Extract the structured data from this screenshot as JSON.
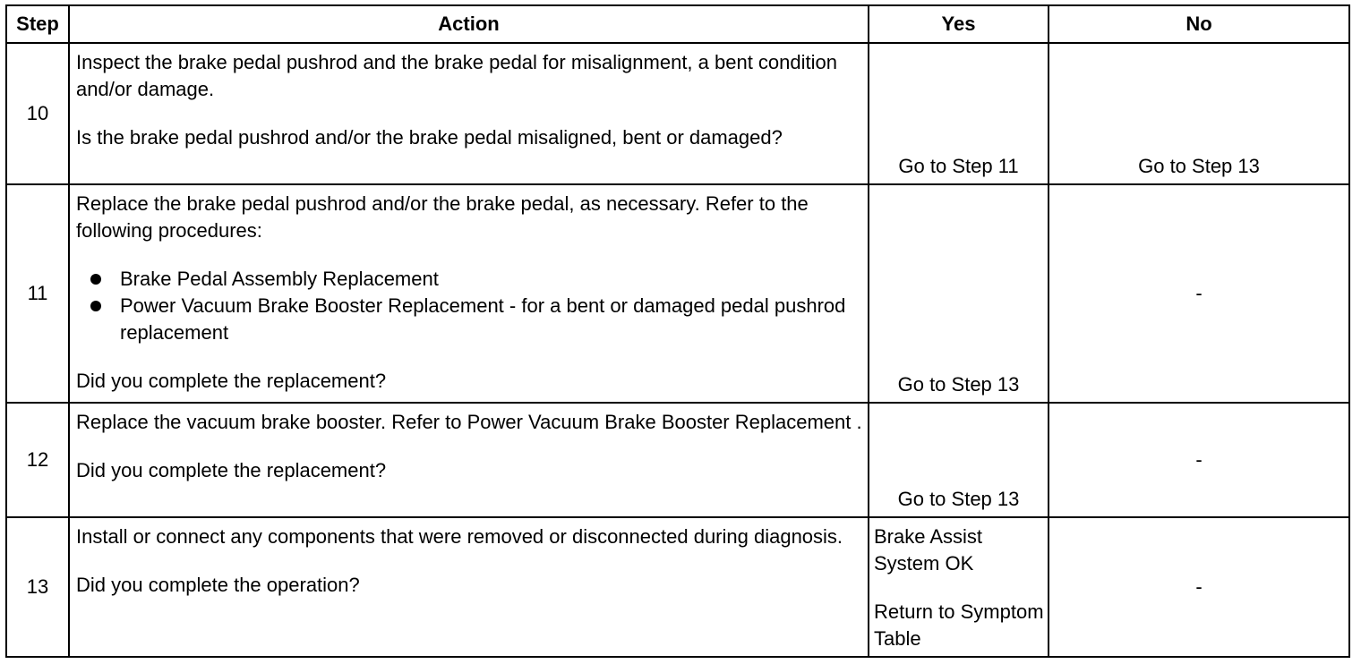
{
  "header": {
    "step": "Step",
    "action": "Action",
    "yes": "Yes",
    "no": "No"
  },
  "rows": [
    {
      "step": "10",
      "action_p1": "Inspect the brake pedal pushrod and the brake pedal for misalignment, a bent condition and/or damage.",
      "question": "Is the brake pedal pushrod and/or the brake pedal misaligned, bent or damaged?",
      "yes": "Go to Step 11",
      "no": "Go to Step 13"
    },
    {
      "step": "11",
      "action_p1": "Replace the brake pedal pushrod and/or the brake pedal, as necessary. Refer to the following procedures:",
      "list": [
        "Brake Pedal Assembly Replacement",
        "Power Vacuum Brake Booster Replacement - for a bent or damaged pedal pushrod replacement"
      ],
      "question": "Did you complete the replacement?",
      "yes": "Go to Step 13",
      "no": "-"
    },
    {
      "step": "12",
      "action_p1": "Replace the vacuum brake booster. Refer to Power Vacuum Brake Booster Replacement .",
      "question": "Did you complete the replacement?",
      "yes": "Go to Step 13",
      "no": "-"
    },
    {
      "step": "13",
      "action_p1": "Install or connect any components that were removed or disconnected during diagnosis.",
      "question": "Did you complete the operation?",
      "yes_p1": "Brake Assist System OK",
      "yes_p2": "Return to Symptom Table",
      "no": "-"
    }
  ]
}
